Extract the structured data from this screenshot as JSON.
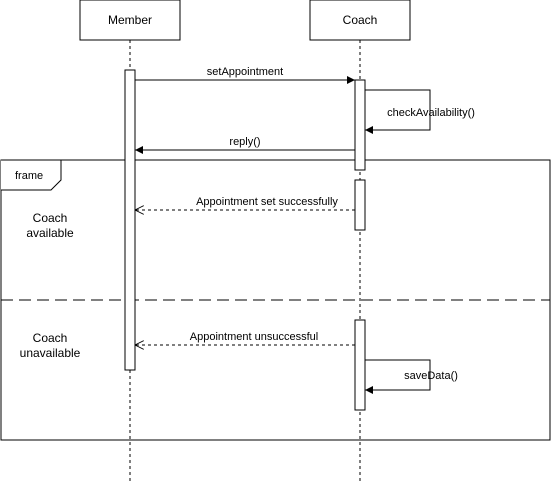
{
  "participants": [
    {
      "label": "Member"
    },
    {
      "label": "Coach"
    }
  ],
  "messages": {
    "set_appointment": "setAppointment",
    "check_availability": "checkAvailability()",
    "reply": "reply()",
    "appointment_set": "Appointment set successfully",
    "appointment_unsuccessful": "Appointment unsuccessful",
    "save_data": "saveData()"
  },
  "frame": {
    "label": "frame",
    "guard_available": [
      "Coach",
      "available"
    ],
    "guard_unavailable": [
      "Coach",
      "unavailable"
    ]
  },
  "colors": {
    "stroke": "#000000",
    "fill": "#ffffff"
  }
}
